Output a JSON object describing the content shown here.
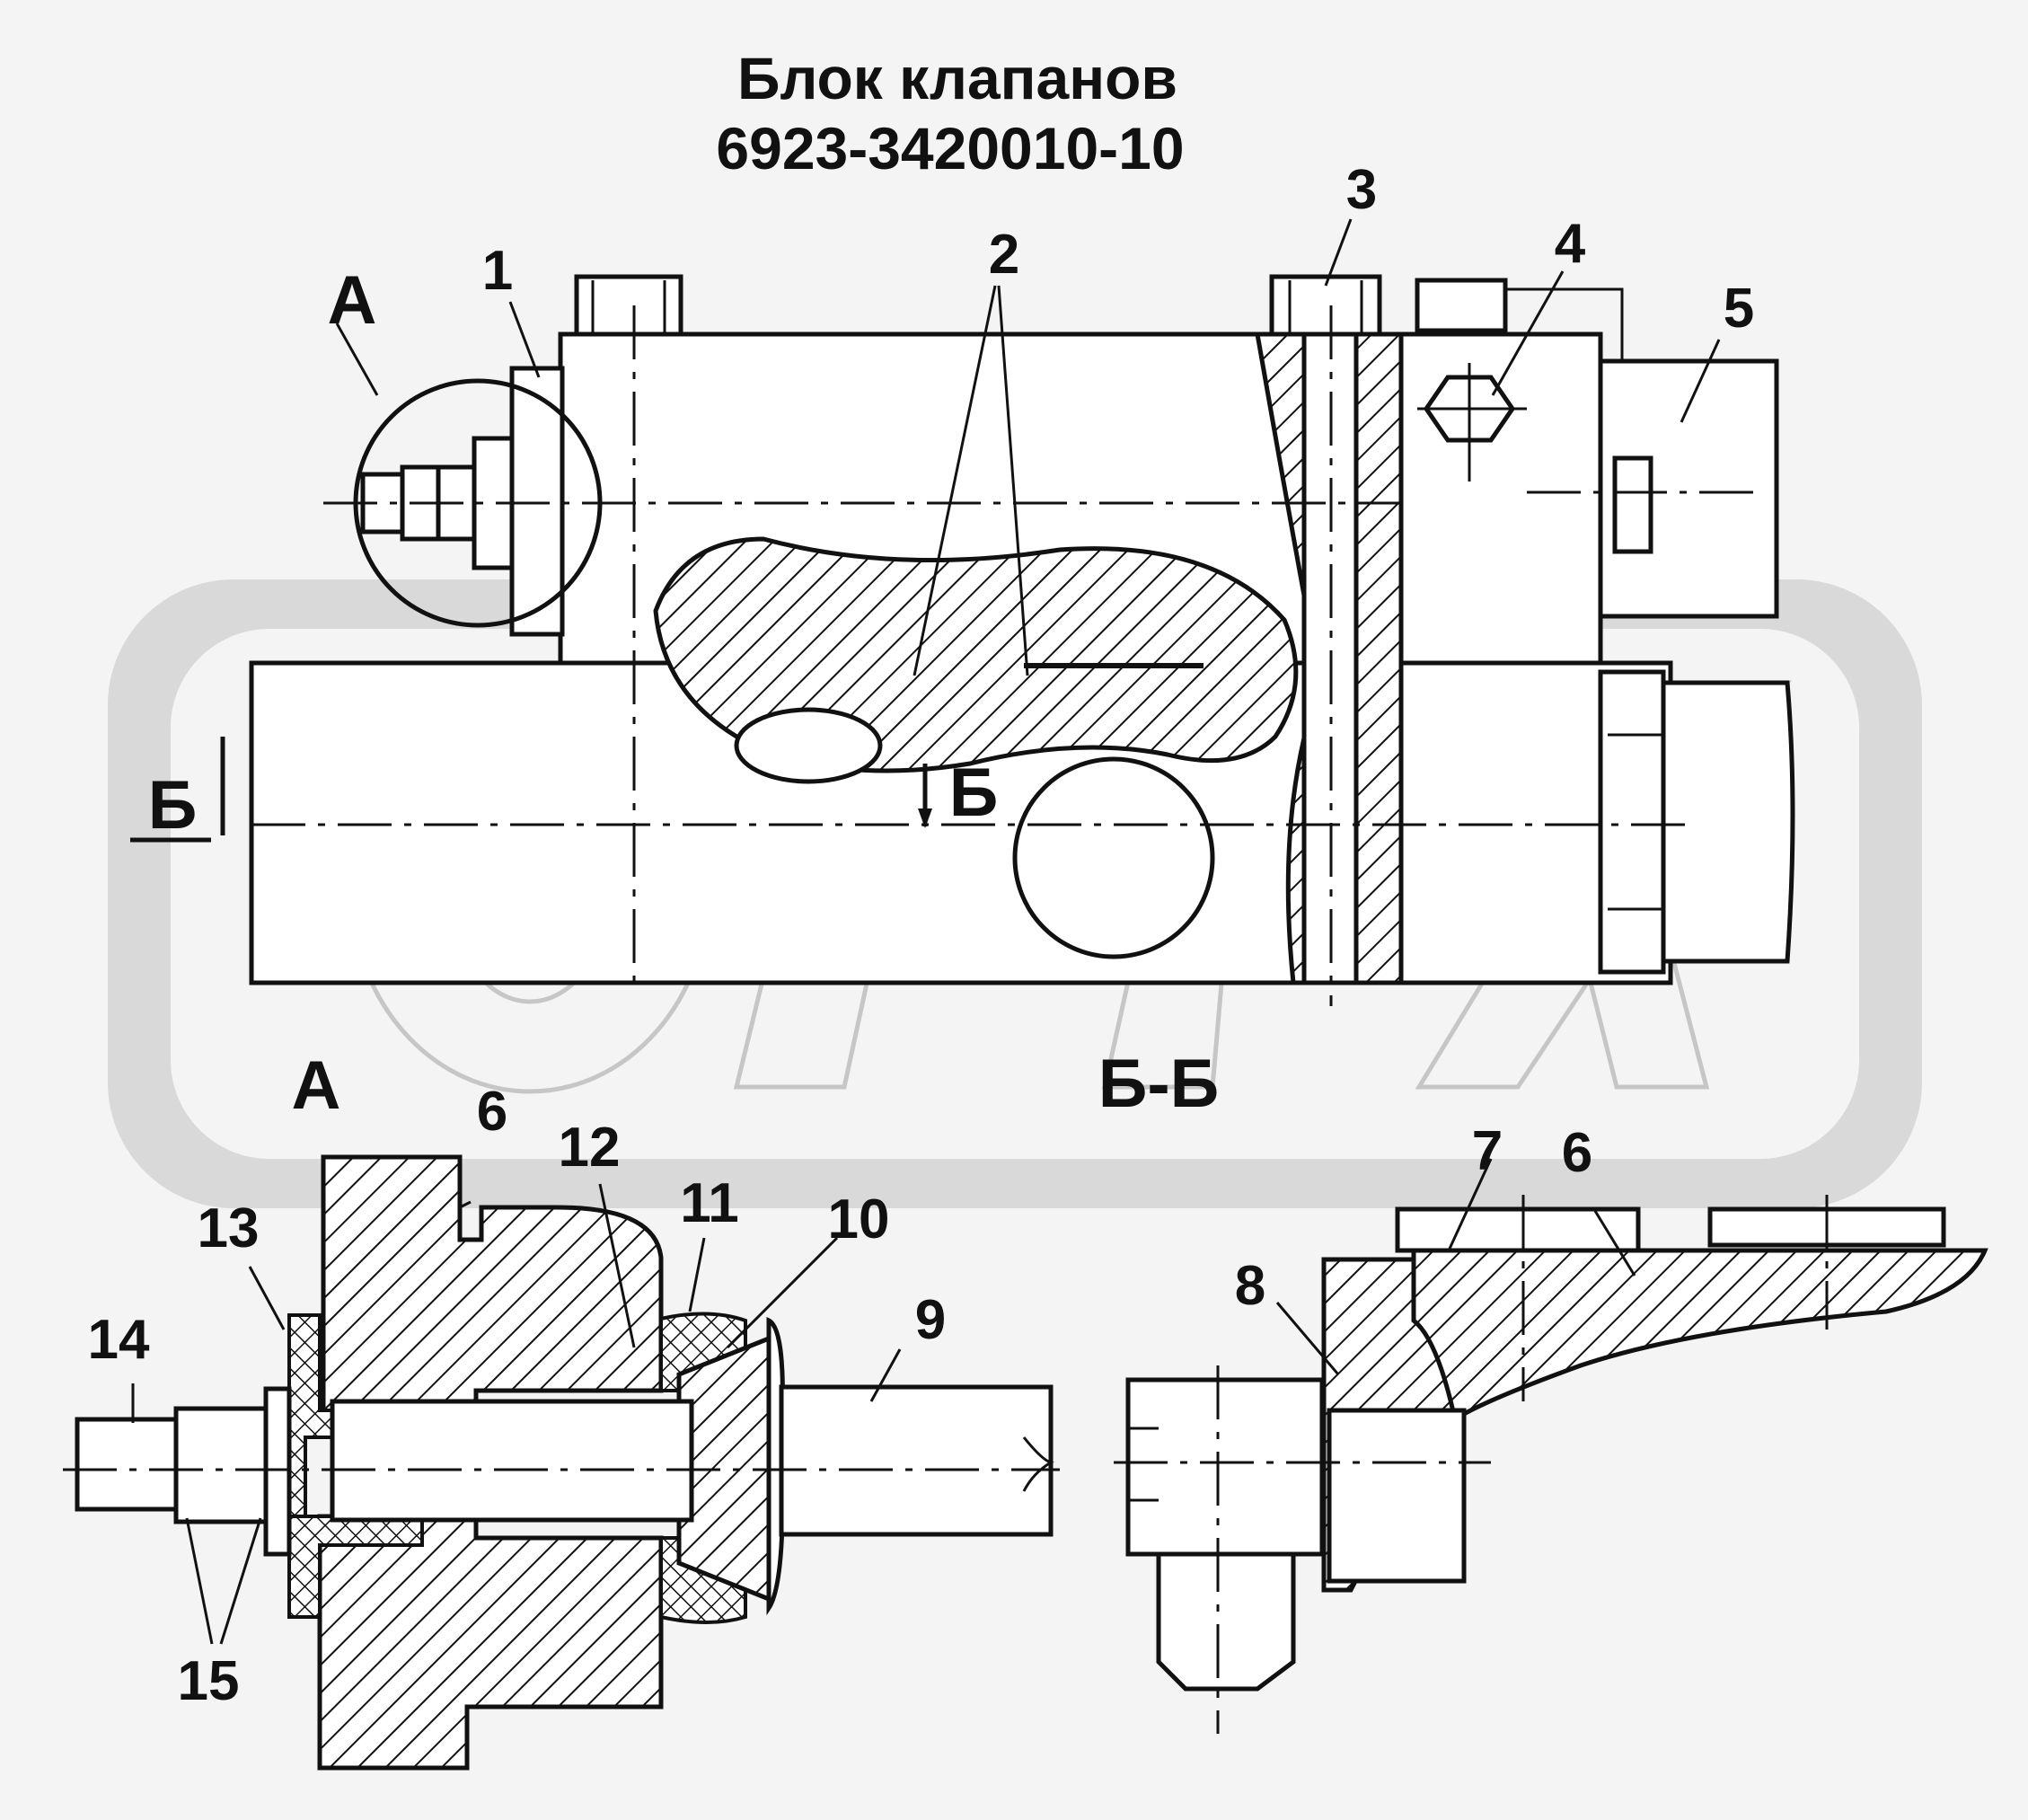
{
  "title": {
    "line1": "Блок клапанов",
    "line2": "6923-3420010-10"
  },
  "views": {
    "detail_a_marker": "А",
    "section_b_mark_left": "Б",
    "section_b_mark_mid": "Б",
    "detail_a_title": "А",
    "section_b_title": "Б-Б"
  },
  "callouts": {
    "c1": "1",
    "c2": "2",
    "c3": "3",
    "c4": "4",
    "c5": "5",
    "c6a": "6",
    "c12": "12",
    "c11": "11",
    "c10": "10",
    "c9": "9",
    "c13": "13",
    "c14": "14",
    "c15": "15",
    "c7": "7",
    "c6b": "6",
    "c8": "8"
  }
}
